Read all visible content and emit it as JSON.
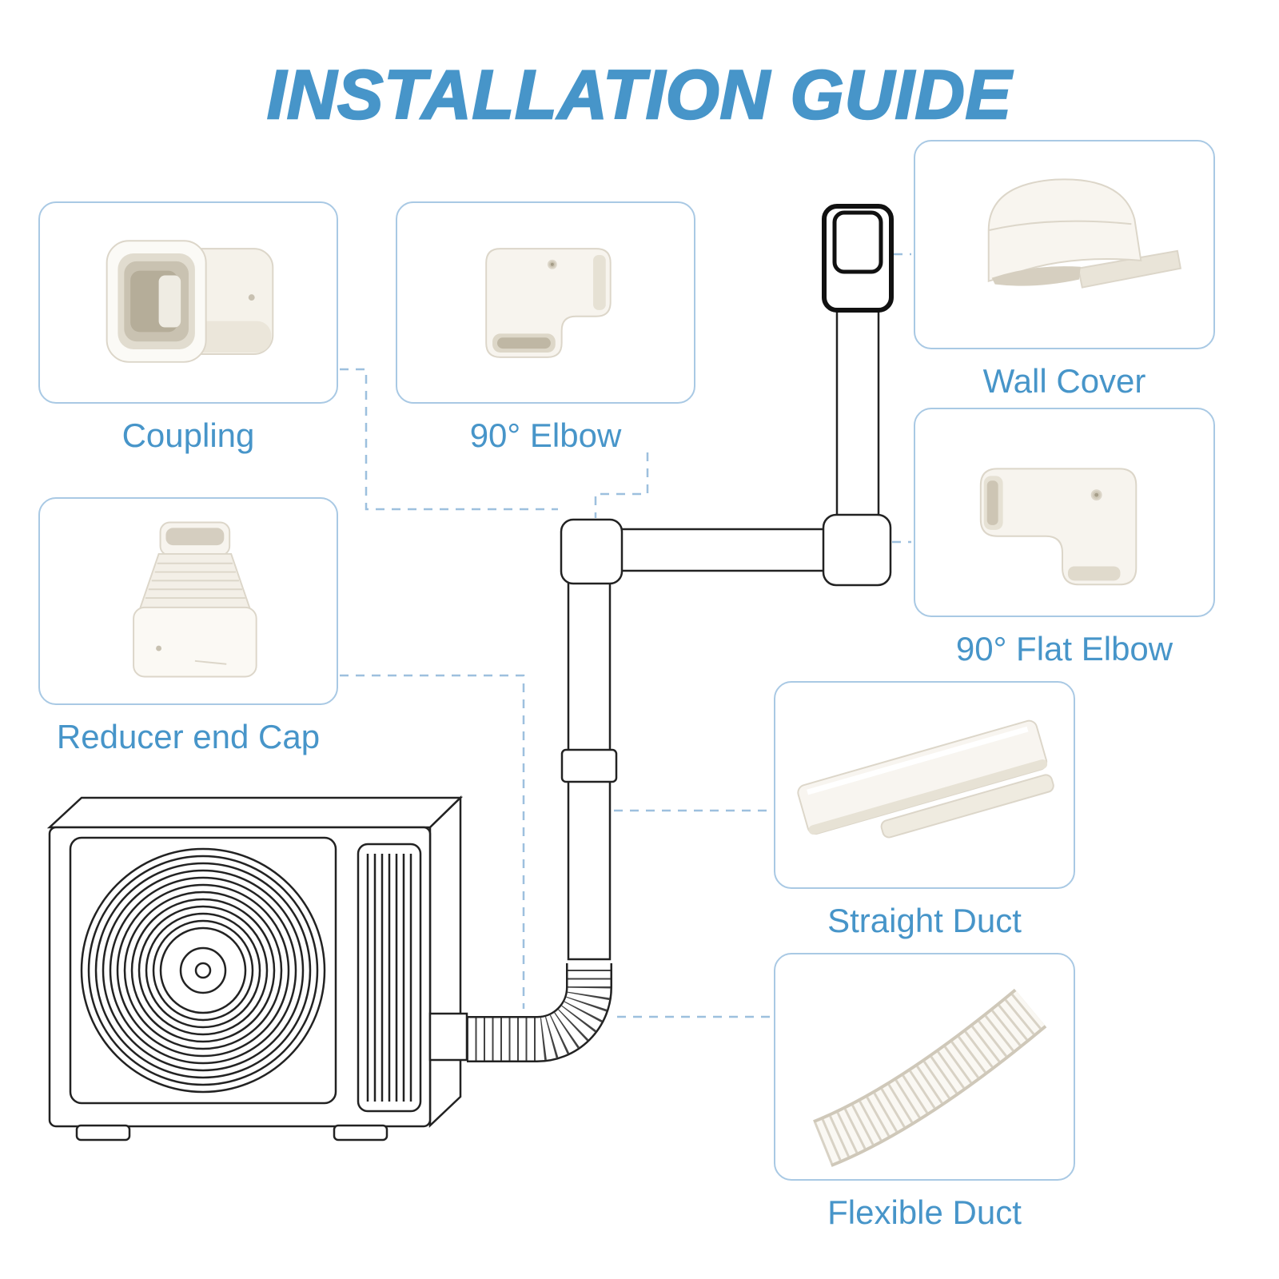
{
  "title": "INSTALLATION GUIDE",
  "colors": {
    "accent": "#4795c9",
    "box-border": "#a9c9e4",
    "connector": "#9dc0de",
    "line": "#222222"
  },
  "parts": [
    {
      "id": "coupling",
      "label": "Coupling"
    },
    {
      "id": "elbow-90",
      "label": "90° Elbow"
    },
    {
      "id": "wall-cover",
      "label": "Wall Cover"
    },
    {
      "id": "flat-elbow-90",
      "label": "90° Flat Elbow"
    },
    {
      "id": "straight-duct",
      "label": "Straight Duct"
    },
    {
      "id": "flexible-duct",
      "label": "Flexible Duct"
    },
    {
      "id": "reducer-end-cap",
      "label": "Reducer end Cap"
    }
  ]
}
